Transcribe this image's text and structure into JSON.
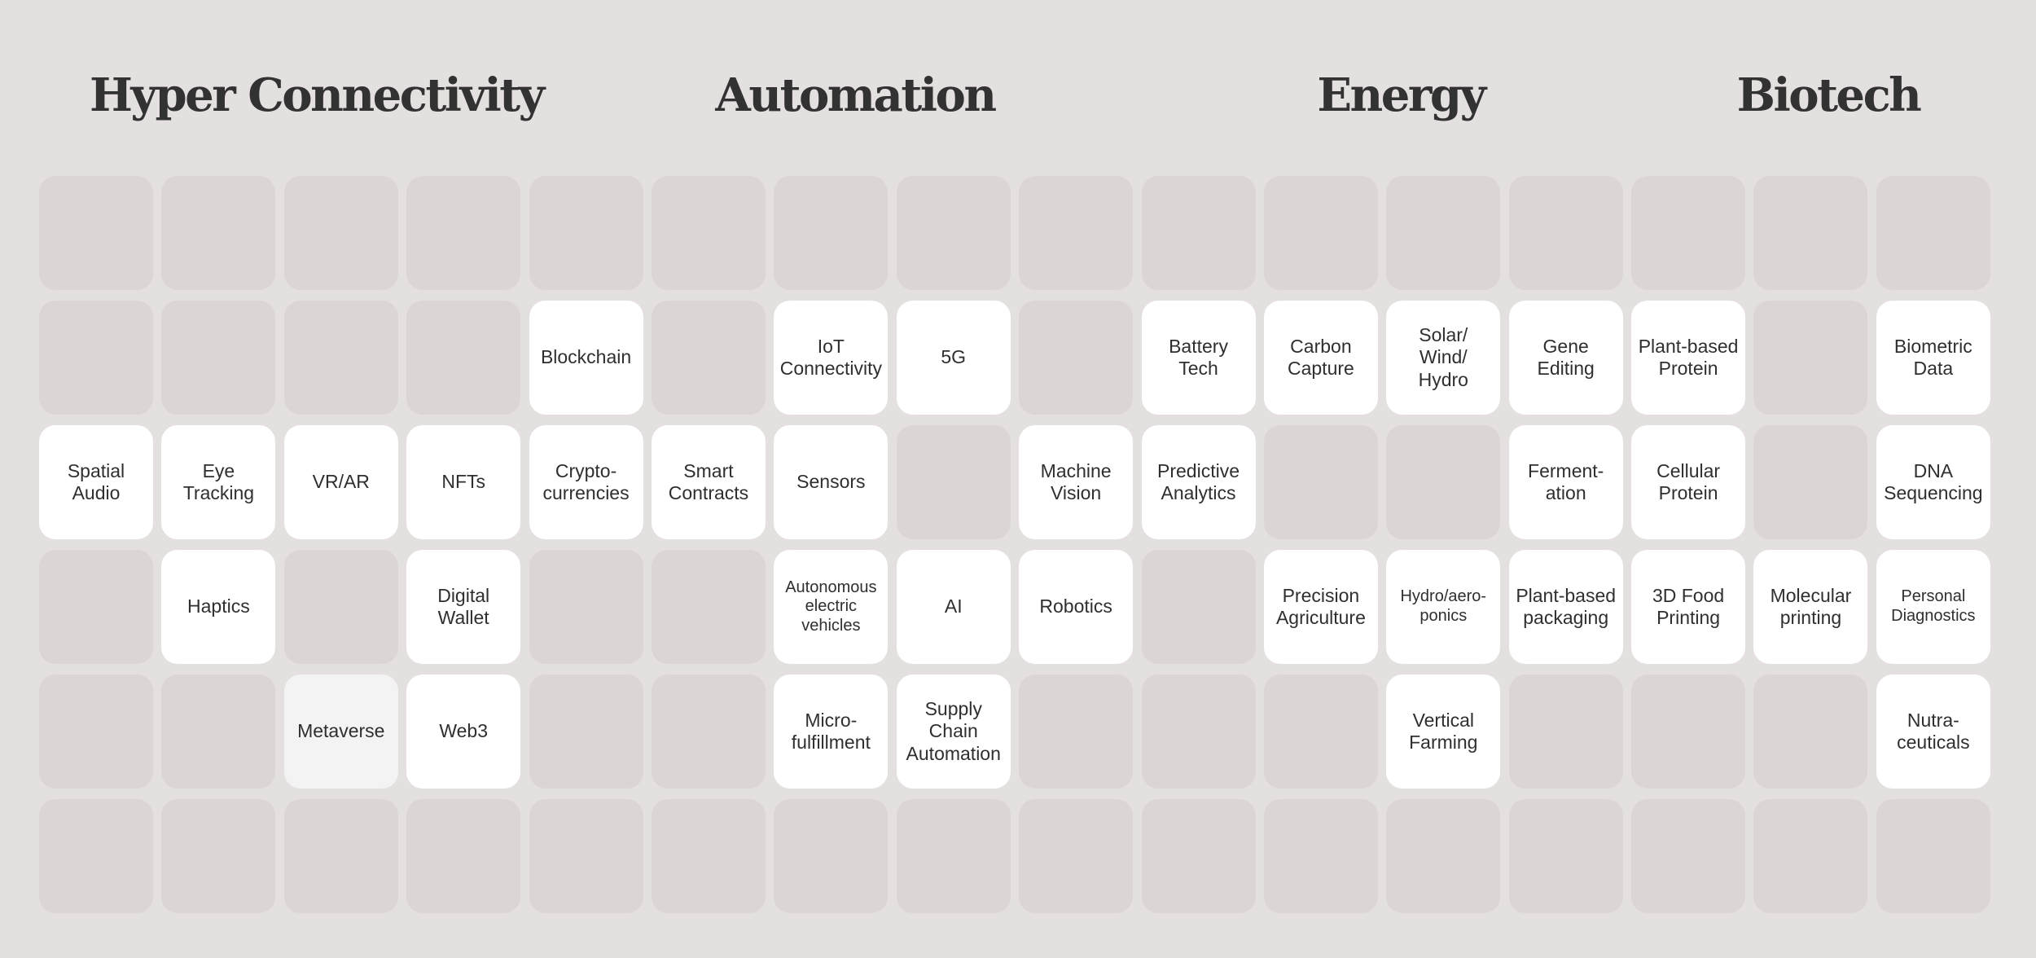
{
  "sections": [
    {
      "id": "hyper-connectivity",
      "title": "Hyper Connectivity"
    },
    {
      "id": "automation",
      "title": "Automation"
    },
    {
      "id": "energy",
      "title": "Energy"
    },
    {
      "id": "biotech",
      "title": "Biotech"
    }
  ],
  "grid": {
    "columns": 16,
    "rows": 6,
    "empty_color": "#dbd6d5",
    "filled_color": "#ffffff",
    "highlight_color": "#f4f3f3",
    "tiles": [
      {
        "row": 2,
        "col": 5,
        "label": "Blockchain"
      },
      {
        "row": 2,
        "col": 7,
        "label": "IoT\nConnectivity"
      },
      {
        "row": 2,
        "col": 8,
        "label": "5G"
      },
      {
        "row": 2,
        "col": 10,
        "label": "Battery\nTech"
      },
      {
        "row": 2,
        "col": 11,
        "label": "Carbon\nCapture"
      },
      {
        "row": 2,
        "col": 12,
        "label": "Solar/\nWind/\nHydro"
      },
      {
        "row": 2,
        "col": 13,
        "label": "Gene\nEditing"
      },
      {
        "row": 2,
        "col": 14,
        "label": "Plant-based\nProtein"
      },
      {
        "row": 2,
        "col": 16,
        "label": "Biometric\nData"
      },
      {
        "row": 3,
        "col": 1,
        "label": "Spatial\nAudio"
      },
      {
        "row": 3,
        "col": 2,
        "label": "Eye\nTracking"
      },
      {
        "row": 3,
        "col": 3,
        "label": "VR/AR"
      },
      {
        "row": 3,
        "col": 4,
        "label": "NFTs"
      },
      {
        "row": 3,
        "col": 5,
        "label": "Crypto-\ncurrencies"
      },
      {
        "row": 3,
        "col": 6,
        "label": "Smart\nContracts"
      },
      {
        "row": 3,
        "col": 7,
        "label": "Sensors"
      },
      {
        "row": 3,
        "col": 9,
        "label": "Machine\nVision"
      },
      {
        "row": 3,
        "col": 10,
        "label": "Predictive\nAnalytics"
      },
      {
        "row": 3,
        "col": 13,
        "label": "Ferment-\nation"
      },
      {
        "row": 3,
        "col": 14,
        "label": "Cellular\nProtein"
      },
      {
        "row": 3,
        "col": 16,
        "label": "DNA\nSequencing"
      },
      {
        "row": 4,
        "col": 2,
        "label": "Haptics"
      },
      {
        "row": 4,
        "col": 4,
        "label": "Digital\nWallet"
      },
      {
        "row": 4,
        "col": 7,
        "label": "Autonomous\nelectric\nvehicles",
        "small": true
      },
      {
        "row": 4,
        "col": 8,
        "label": "AI"
      },
      {
        "row": 4,
        "col": 9,
        "label": "Robotics"
      },
      {
        "row": 4,
        "col": 11,
        "label": "Precision\nAgriculture"
      },
      {
        "row": 4,
        "col": 12,
        "label": "Hydro/aero-\nponics",
        "small": true
      },
      {
        "row": 4,
        "col": 13,
        "label": "Plant-based\npackaging"
      },
      {
        "row": 4,
        "col": 14,
        "label": "3D Food\nPrinting"
      },
      {
        "row": 4,
        "col": 15,
        "label": "Molecular\nprinting"
      },
      {
        "row": 4,
        "col": 16,
        "label": "Personal\nDiagnostics",
        "small": true
      },
      {
        "row": 5,
        "col": 3,
        "label": "Metaverse",
        "highlight": true
      },
      {
        "row": 5,
        "col": 4,
        "label": "Web3"
      },
      {
        "row": 5,
        "col": 7,
        "label": "Micro-\nfulfillment"
      },
      {
        "row": 5,
        "col": 8,
        "label": "Supply\nChain\nAutomation"
      },
      {
        "row": 5,
        "col": 12,
        "label": "Vertical\nFarming"
      },
      {
        "row": 5,
        "col": 16,
        "label": "Nutra-\nceuticals"
      }
    ]
  }
}
